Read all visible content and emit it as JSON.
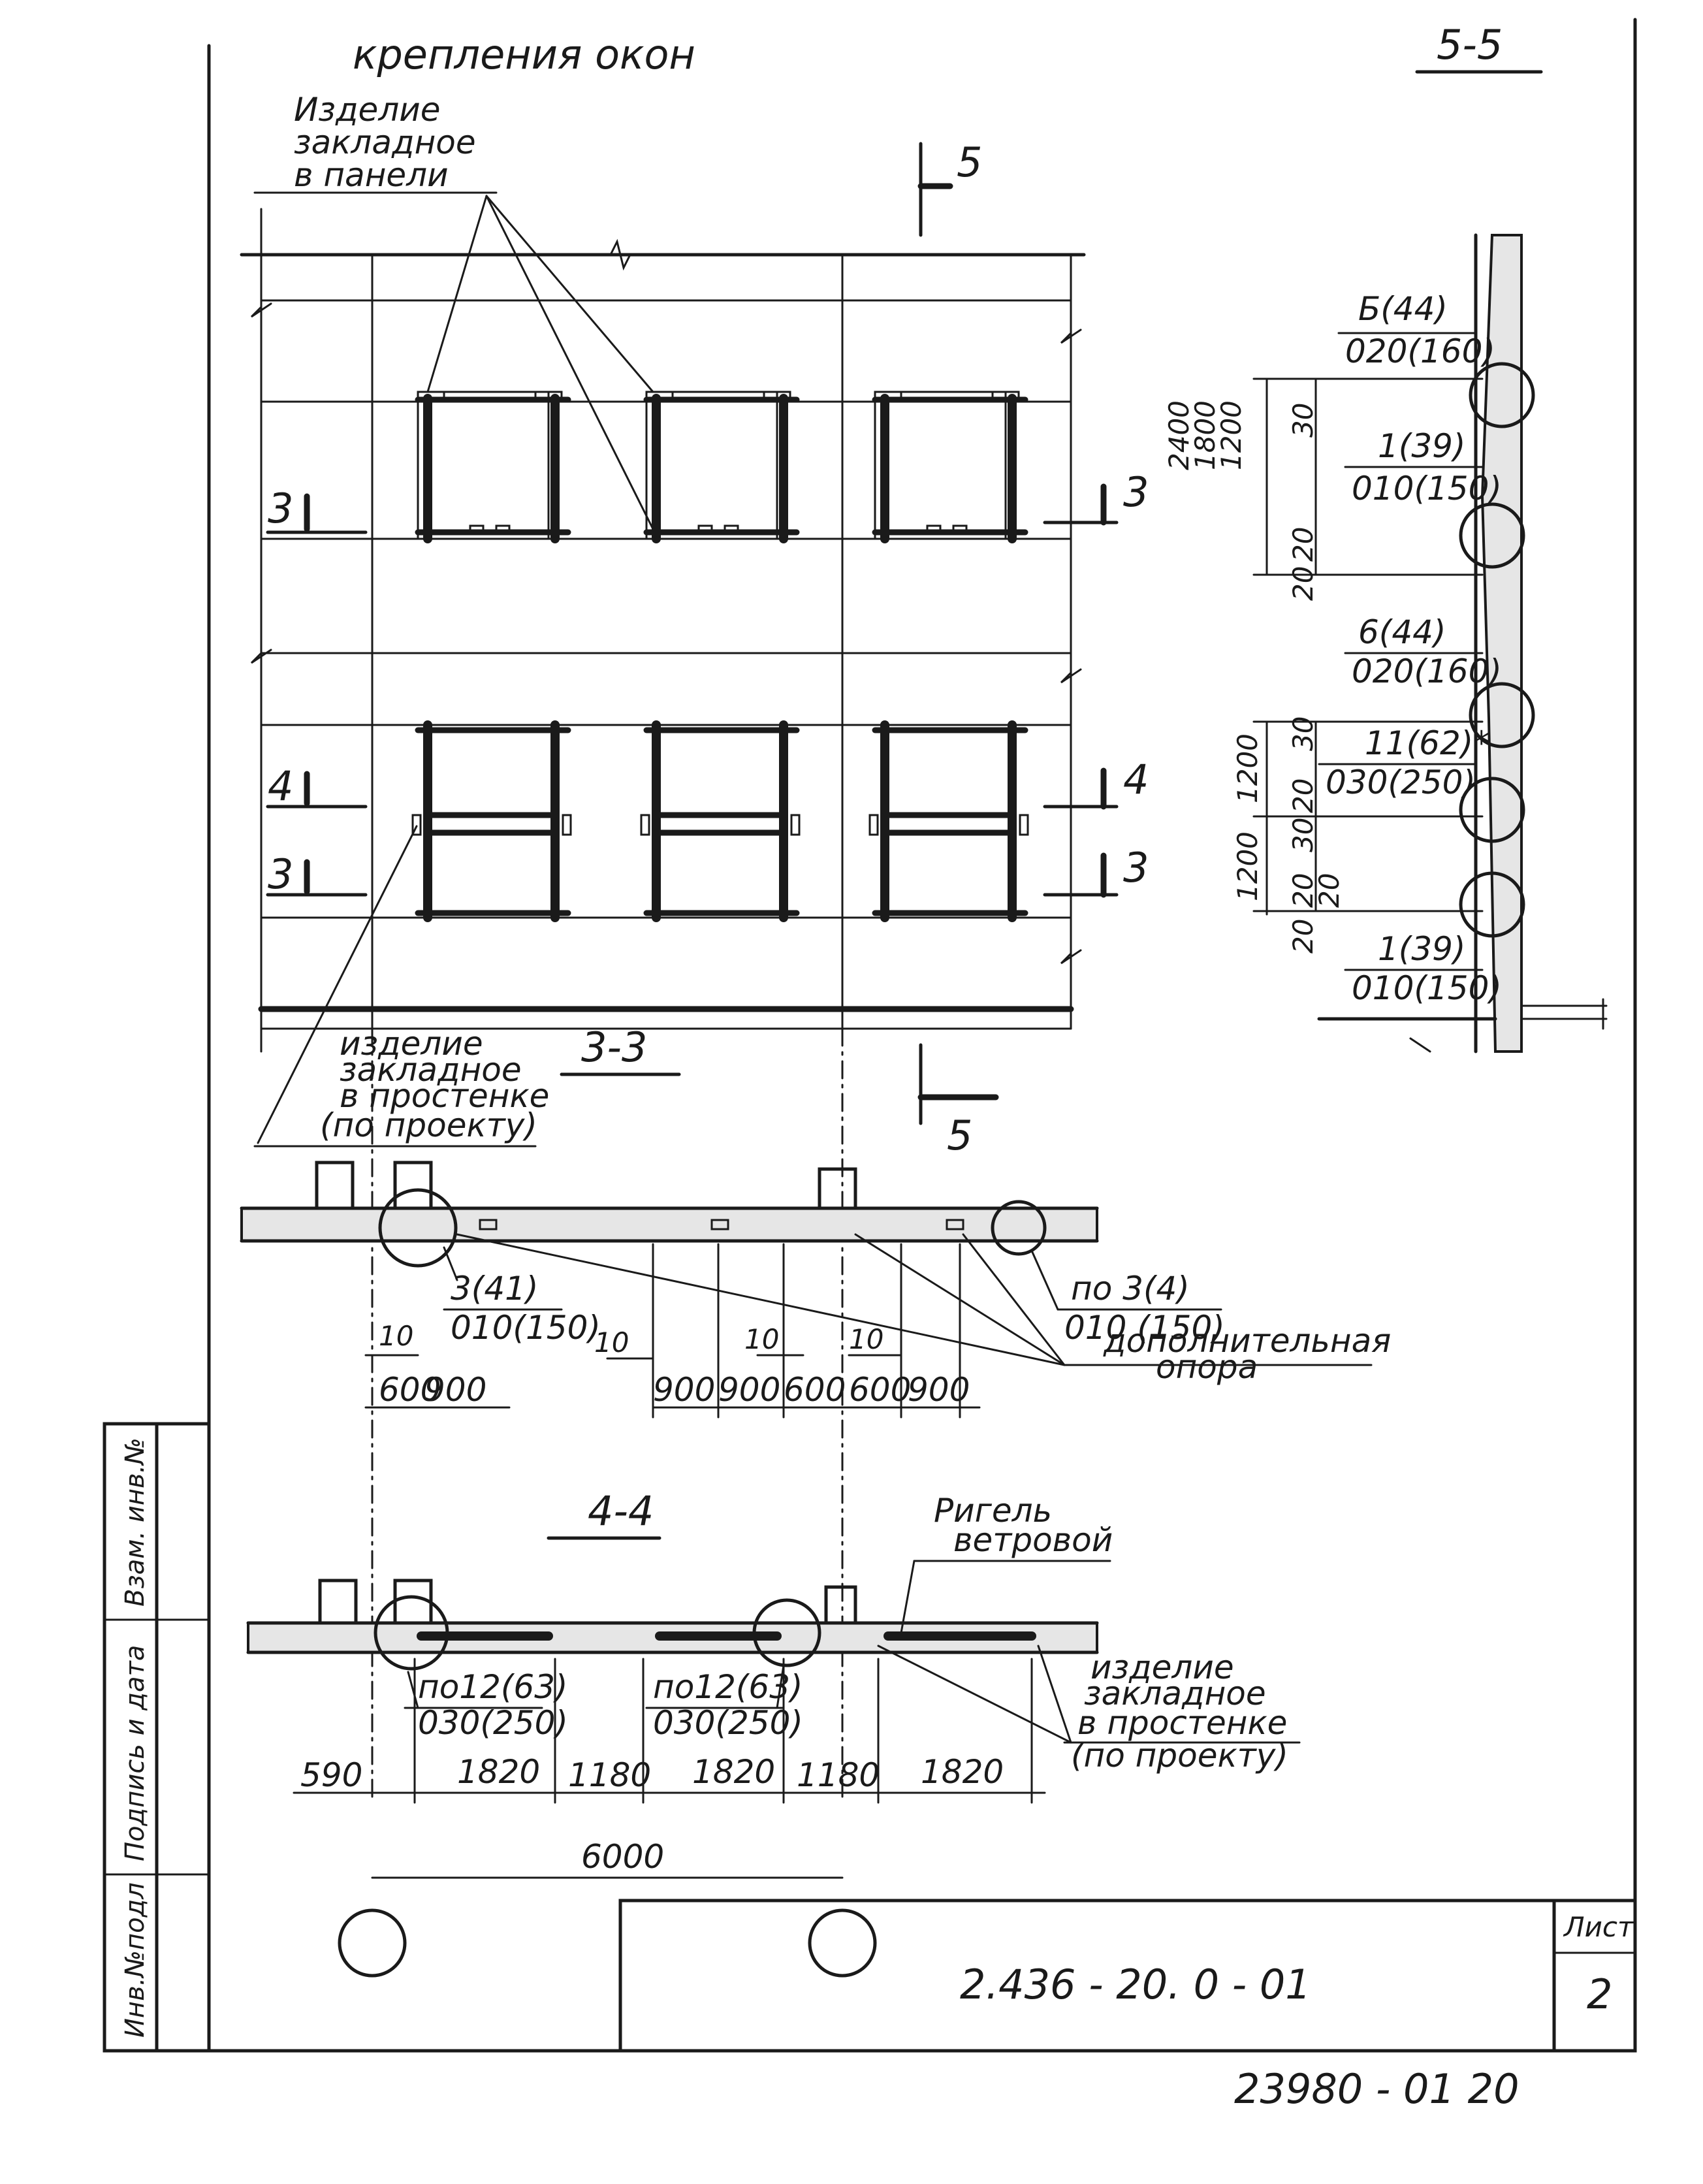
{
  "title": "крепления окон",
  "section_5_5": {
    "title": "5-5",
    "callouts": [
      {
        "mark": "Б(44)",
        "code": "020(160)"
      },
      {
        "mark": "1(39)",
        "code": "010(150)"
      },
      {
        "mark": "6(44)",
        "code": "020(160)"
      },
      {
        "mark": "11(62)*",
        "code": "030(250)"
      },
      {
        "mark": "1(39)",
        "code": "010(150)"
      }
    ],
    "dims_vertical": [
      "2400",
      "1800",
      "1200",
      "1200",
      "1200"
    ],
    "dims_small": [
      "30",
      "20",
      "20",
      "30",
      "20",
      "30",
      "20",
      "20",
      "20"
    ]
  },
  "elevation": {
    "label_panel_insert": [
      "Изделие",
      "закладное",
      "в панели"
    ],
    "label_pier_insert": [
      "изделие",
      "закладное",
      "в простенке",
      "(по проекту)"
    ],
    "cut_5": "5",
    "cut_3": "3",
    "cut_4": "4"
  },
  "section_3_3": {
    "title": "3-3",
    "callout_1": {
      "mark": "3(41)",
      "code": "010(150)"
    },
    "callout_2": {
      "mark": "по 3(4)",
      "code": "010 (150)"
    },
    "note": [
      "дополнительная",
      "опора"
    ],
    "dims_10": [
      "10",
      "10",
      "10",
      "10"
    ],
    "dims_bottom": [
      "600",
      "900",
      "900",
      "900",
      "600",
      "600",
      "900"
    ]
  },
  "section_4_4": {
    "title": "4-4",
    "beam_label": [
      "Ригель",
      "ветровой"
    ],
    "callout_1": {
      "mark": "по12(63)",
      "code": "030(250)"
    },
    "callout_2": {
      "mark": "по12(63)",
      "code": "030(250)"
    },
    "pier_label": [
      "изделие",
      "закладное",
      "в простенке",
      "(по проекту)"
    ],
    "dims": [
      "590",
      "1820",
      "1180",
      "1820",
      "1180",
      "1820"
    ],
    "dim_total": "6000"
  },
  "side_stamp": [
    "Инв.№подл",
    "Подпись и дата",
    "Взам. инв.№"
  ],
  "title_block": {
    "doc_code": "2.436 - 20. 0 - 01",
    "sheet_label": "Лист",
    "sheet_number": "2"
  },
  "footer_code": "23980 - 01  20"
}
